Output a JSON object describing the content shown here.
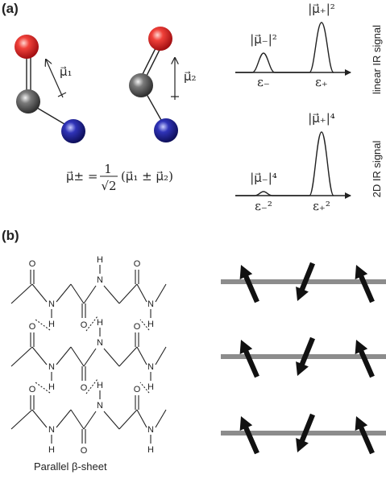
{
  "panel_a": {
    "label": "(a)",
    "mu1_label": "μ⃗₁",
    "mu2_label": "μ⃗₂",
    "equation": {
      "lhs": "μ⃗± =",
      "numerator": "1",
      "denominator": "√2",
      "rhs": "(μ⃗₁ ± μ⃗₂)"
    },
    "linear_ir": {
      "side_label": "linear IR signal",
      "peak_minus_label": "|μ⃗₋|²",
      "peak_plus_label": "|μ⃗₊|²",
      "tick_minus": "ε₋",
      "tick_plus": "ε₊"
    },
    "twod_ir": {
      "side_label": "2D IR signal",
      "peak_minus_label": "|μ⃗₋|⁴",
      "peak_plus_label": "|μ⃗₊|⁴",
      "tick_minus": "ε₋²",
      "tick_plus": "ε₊²"
    },
    "colors": {
      "oxygen": "#e8252b",
      "carbon": "#5a5a5a",
      "nitrogen": "#22249a"
    }
  },
  "panel_b": {
    "label": "(b)",
    "caption": "Parallel β-sheet",
    "atoms": {
      "O": "O",
      "N": "N",
      "H": "H"
    },
    "strand_count": 3,
    "arrow_color": "#111111",
    "strand_color": "#8c8c8c"
  }
}
